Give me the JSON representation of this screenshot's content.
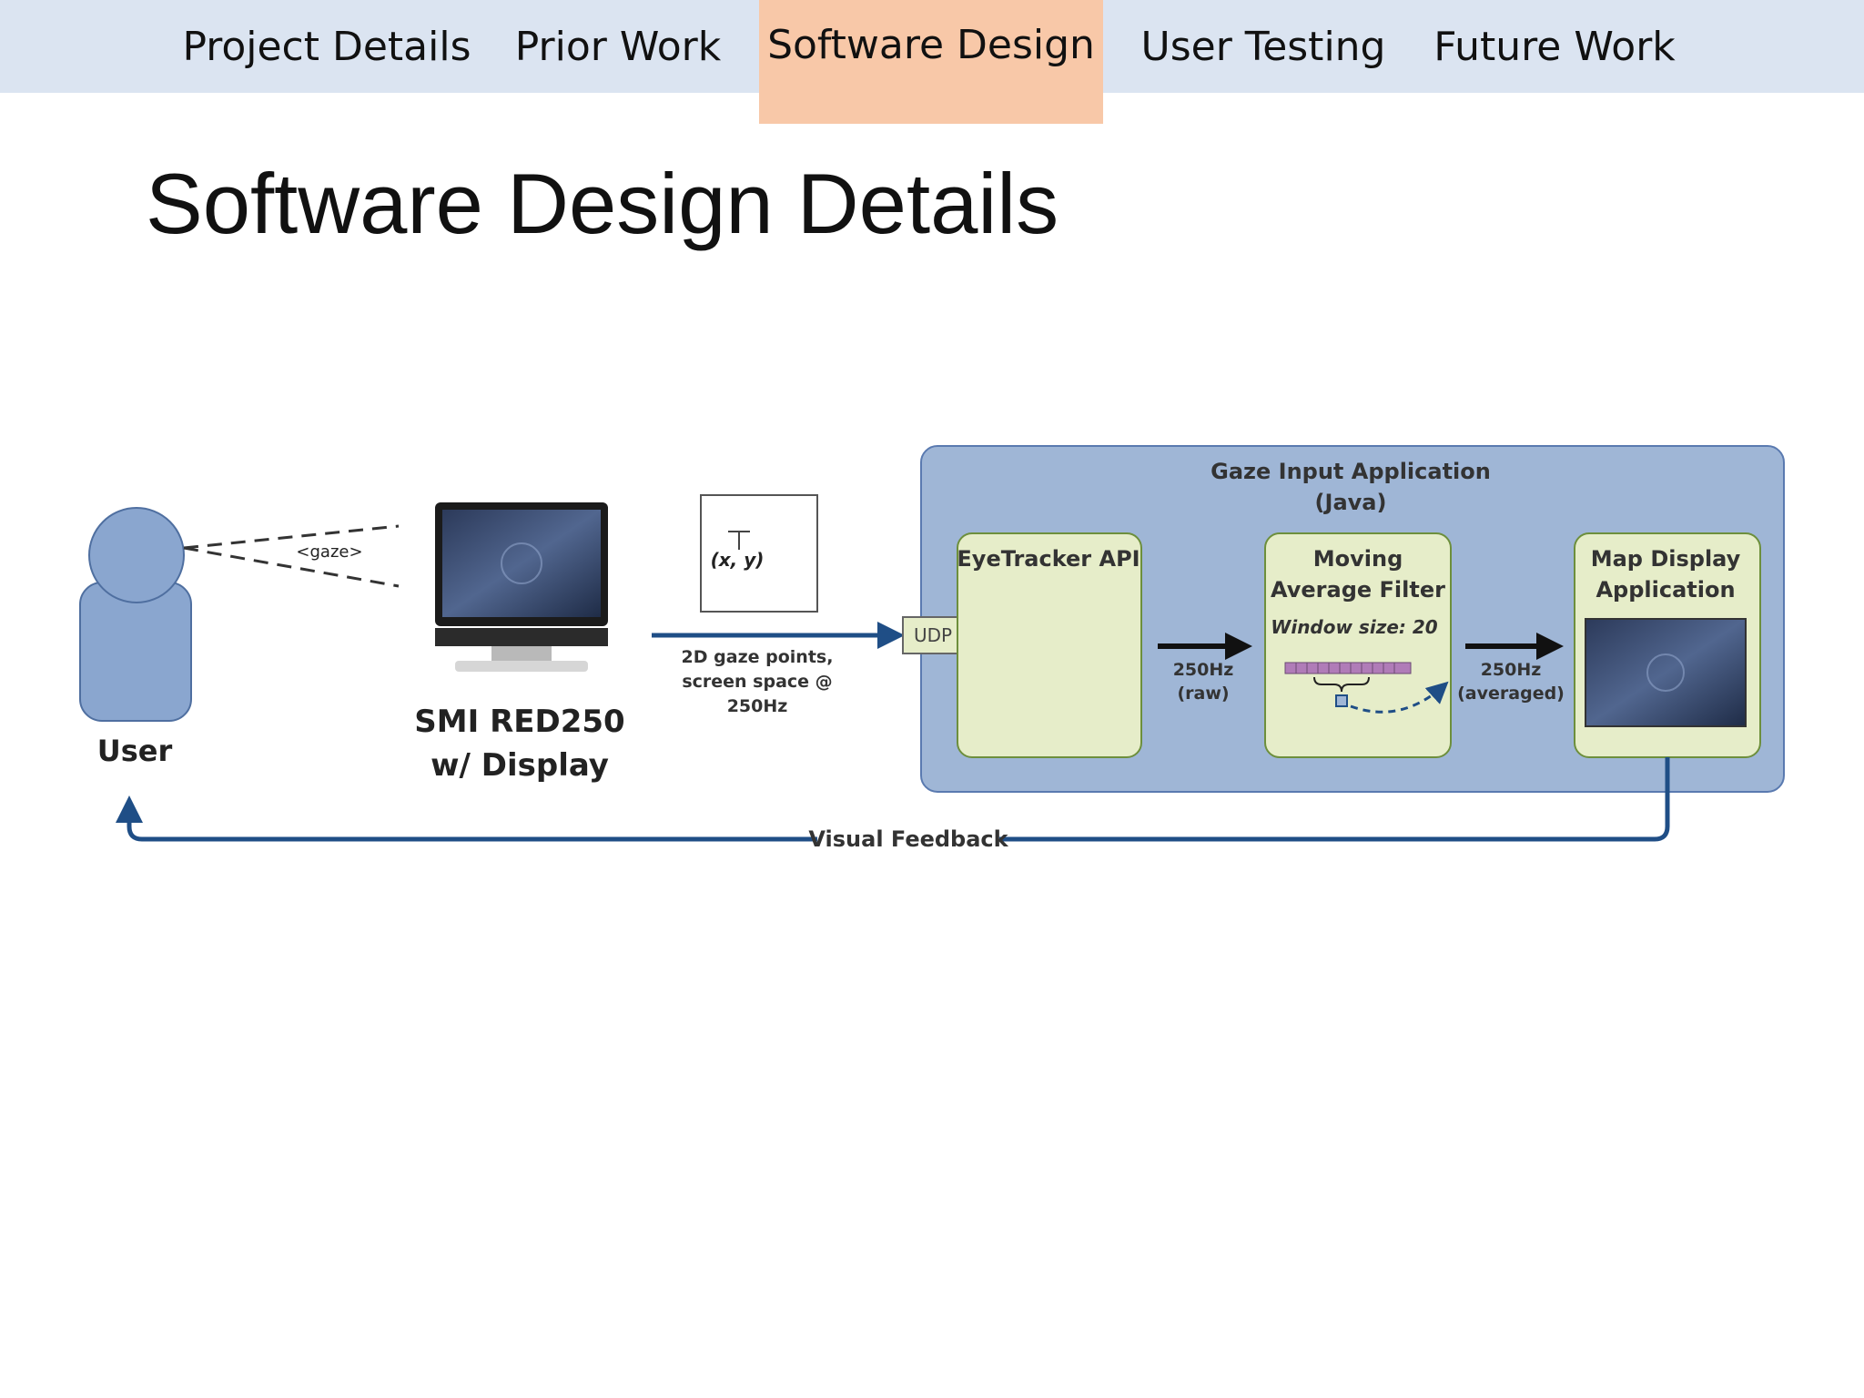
{
  "nav": {
    "tabs": [
      {
        "label": "Project Details",
        "active": false
      },
      {
        "label": "Prior Work",
        "active": false
      },
      {
        "label": "Software Design",
        "active": true
      },
      {
        "label": "User Testing",
        "active": false
      },
      {
        "label": "Future Work",
        "active": false
      }
    ]
  },
  "colors": {
    "nav_bg": "#dbe4f1",
    "active_tab": "#f8c8a8",
    "app_box": "#9fb6d6",
    "inner_box": "#e6edc9",
    "arrow_blue": "#1f4e86",
    "person": "#8aa6cf",
    "filter_cells": "#b07cb8"
  },
  "slide": {
    "title": "Software Design Details"
  },
  "diagram": {
    "user_label": "User",
    "gaze_label": "<gaze>",
    "tracker_label_line1": "SMI RED250",
    "tracker_label_line2": "w/ Display",
    "point_label": "(x, y)",
    "stream_line1": "2D gaze points,",
    "stream_line2": "screen space @",
    "stream_line3": "250Hz",
    "udp_label": "UDP",
    "app_title_line1": "Gaze Input Application",
    "app_title_line2": "(Java)",
    "eyetracker_api": "EyeTracker API",
    "filter_line1": "Moving",
    "filter_line2": "Average Filter",
    "window_size": "Window size: 20",
    "rate_raw_line1": "250Hz",
    "rate_raw_line2": "(raw)",
    "rate_avg_line1": "250Hz",
    "rate_avg_line2": "(averaged)",
    "map_line1": "Map Display",
    "map_line2": "Application",
    "feedback_label": "Visual Feedback"
  }
}
